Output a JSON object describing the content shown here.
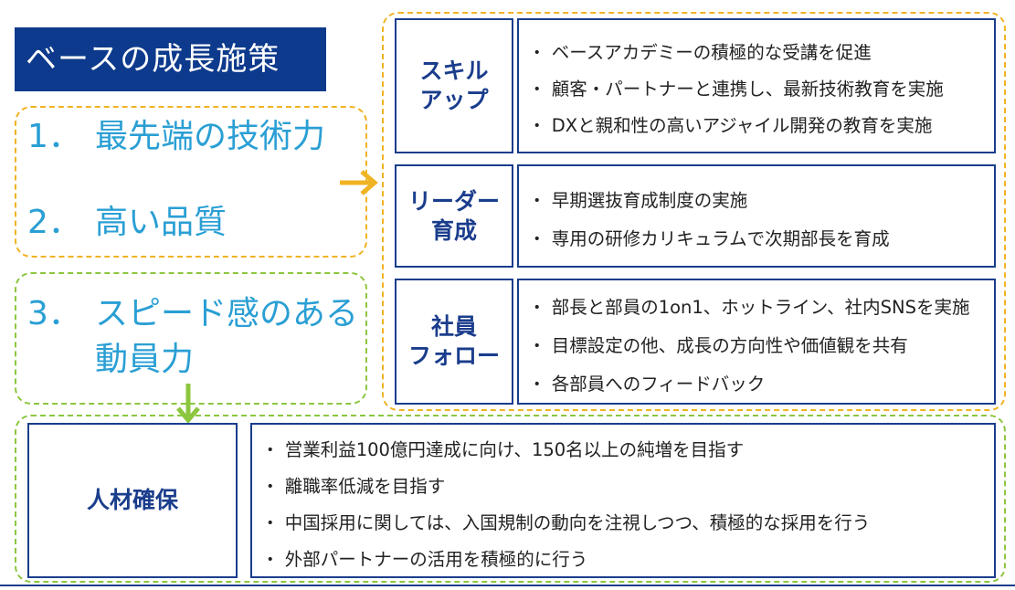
{
  "title": "ベースの成長施策",
  "strengths": [
    {
      "num": "1．",
      "text": "最先端の技術力"
    },
    {
      "num": "2．",
      "text": "高い品質"
    },
    {
      "num": "3．",
      "text": "スピード感のある"
    },
    {
      "num": "",
      "text": "動員力"
    }
  ],
  "categories": [
    {
      "label": "スキル\nアップ",
      "items": [
        "・ ベースアカデミーの積極的な受講を促進",
        "・ 顧客・パートナーと連携し、最新技術教育を実施",
        "・ DXと親和性の高いアジャイル開発の教育を実施"
      ]
    },
    {
      "label": "リーダー\n育成",
      "items": [
        "・ 早期選抜育成制度の実施",
        "・ 専用の研修カリキュラムで次期部長を育成"
      ]
    },
    {
      "label": "社員\nフォロー",
      "items": [
        "・ 部長と部員の1on1、ホットライン、社内SNSを実施",
        "・ 目標設定の他、成長の方向性や価値観を共有",
        "・ 各部員へのフィードバック"
      ]
    },
    {
      "label": "人材確保",
      "items": [
        "・ 営業利益100億円達成に向け、150名以上の純増を目指す",
        "・ 離職率低減を目指す",
        "・ 中国採用に関しては、入国規制の動向を注視しつつ、積極的な採用を行う",
        "・ 外部パートナーの活用を積極的に行う"
      ]
    }
  ],
  "colors": {
    "navy": "#0d3a8c",
    "border": "#1a3d8c",
    "accent_orange": "#f0b323",
    "accent_green": "#8cc63f",
    "strength_text": "#2a9fd4"
  }
}
